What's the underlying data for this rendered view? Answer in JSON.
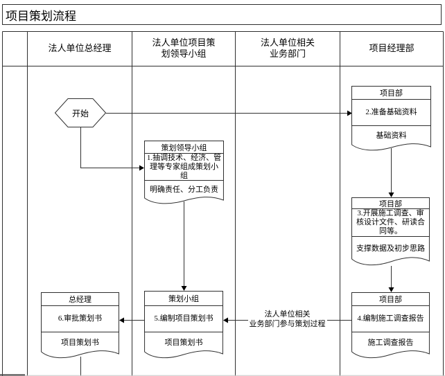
{
  "title": "项目策划流程",
  "lanes": {
    "lane1": "法人单位总经理",
    "lane2": "法人单位项目策划领导小组",
    "lane3": "法人单位相关业务部门",
    "lane4": "项目经理部"
  },
  "start": {
    "label": "开始"
  },
  "boxes": {
    "plan_group_setup": {
      "header": "策划领导小组",
      "body": "1.抽调技术、经济、管理等专家组成策划小组",
      "doc": "明确责任、分工负责"
    },
    "prepare_basic_data": {
      "header": "项目部",
      "body": "2.准备基础资料",
      "doc": "基础资料"
    },
    "construction_survey": {
      "header": "项目部",
      "body": "3.开展施工调查、审核设计文件、研读合同等。",
      "doc": "支撑数据及初步思路"
    },
    "survey_report": {
      "header": "项目部",
      "body": "4.编制施工调查报告",
      "doc": "施工调查报告"
    },
    "compile_plan": {
      "header": "策划小组",
      "body": "5.编制项目策划书",
      "doc": "项目策划书"
    },
    "approve_plan": {
      "header": "总经理",
      "body": "6.审批策划书",
      "doc": "项目策划书"
    }
  },
  "note": {
    "line1": "法人单位相关",
    "line2": "业务部门参与策划过程"
  },
  "colors": {
    "line": "#303030",
    "text": "#000000",
    "background": "#ffffff"
  }
}
